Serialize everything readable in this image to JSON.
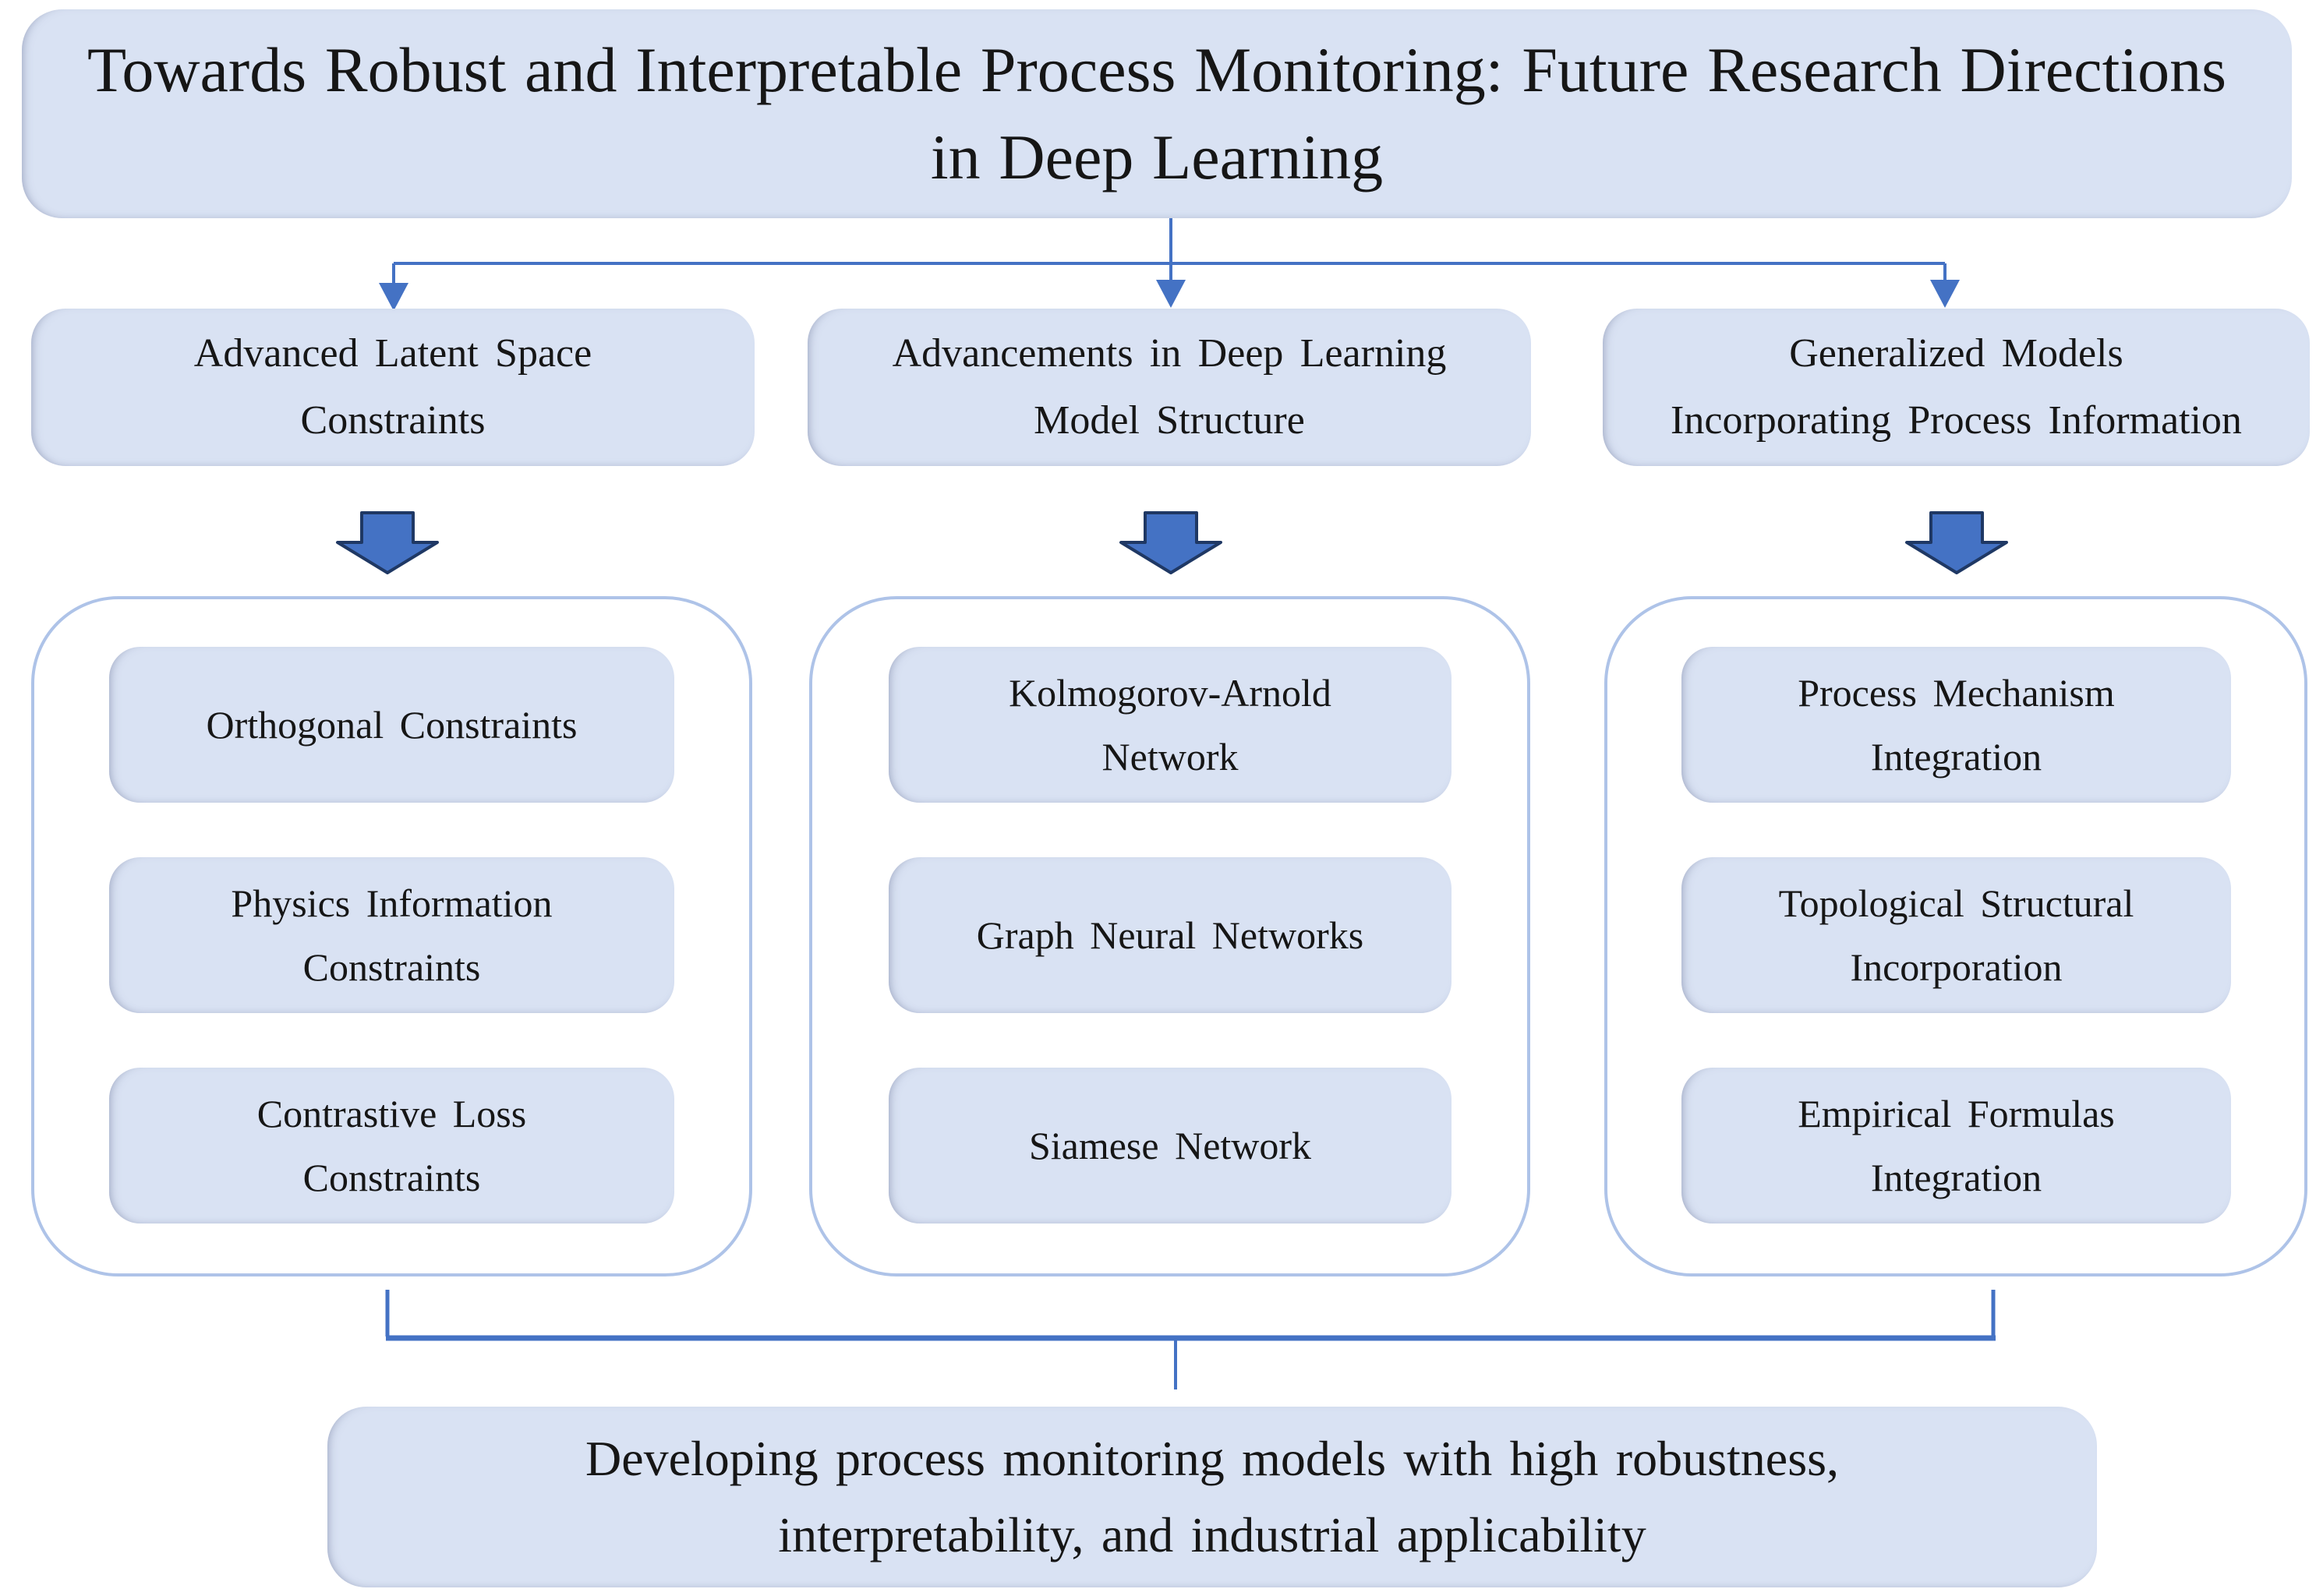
{
  "figure": {
    "title_lines": [
      "Towards Robust and Interpretable Process Monitoring: Future Research Directions",
      "in Deep Learning"
    ],
    "branches": [
      {
        "label_lines": [
          "Advanced Latent Space",
          "Constraints"
        ],
        "items": [
          {
            "lines": [
              "Orthogonal Constraints"
            ]
          },
          {
            "lines": [
              "Physics Information",
              "Constraints"
            ]
          },
          {
            "lines": [
              "Contrastive Loss",
              "Constraints"
            ]
          }
        ]
      },
      {
        "label_lines": [
          "Advancements in Deep Learning",
          "Model Structure"
        ],
        "items": [
          {
            "lines": [
              "Kolmogorov-Arnold",
              "Network"
            ]
          },
          {
            "lines": [
              "Graph Neural Networks"
            ]
          },
          {
            "lines": [
              "Siamese Network"
            ]
          }
        ]
      },
      {
        "label_lines": [
          "Generalized Models",
          "Incorporating Process Information"
        ],
        "items": [
          {
            "lines": [
              "Process Mechanism",
              "Integration"
            ]
          },
          {
            "lines": [
              "Topological Structural",
              "Incorporation"
            ]
          },
          {
            "lines": [
              "Empirical Formulas",
              "Integration"
            ]
          }
        ]
      }
    ],
    "conclusion_lines": [
      "Developing process monitoring models with high robustness,",
      "interpretability, and industrial applicability"
    ],
    "colors": {
      "box_fill": "#D9E2F3",
      "container_border": "#AEC3E8",
      "connector_line": "#4472C4",
      "block_arrow_fill": "#4472C4",
      "block_arrow_border": "#1F3864",
      "text": "#161616"
    }
  }
}
